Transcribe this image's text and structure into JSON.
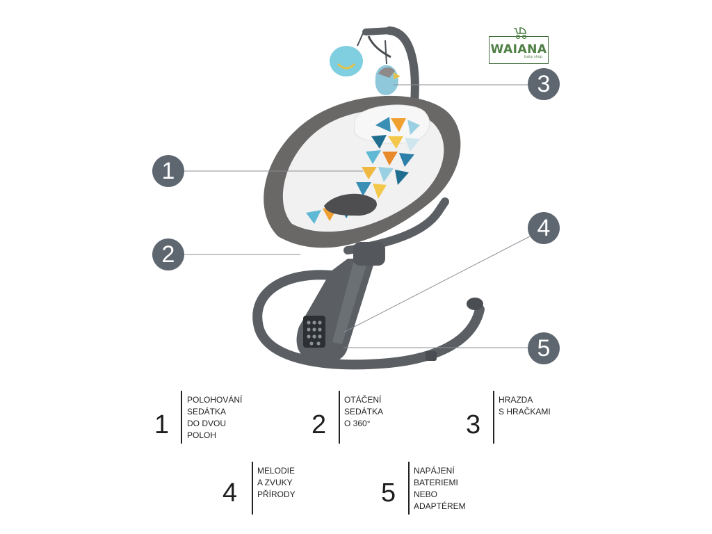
{
  "brand": {
    "logo_text": "WAIANA",
    "logo_subtext": "baby shop"
  },
  "product_image": {
    "icon": "baby-swing-product-illustration"
  },
  "callouts": [
    {
      "number": "1"
    },
    {
      "number": "2"
    },
    {
      "number": "3"
    },
    {
      "number": "4"
    },
    {
      "number": "5"
    }
  ],
  "legend": [
    {
      "number": "1",
      "lines": [
        "POLOHOVÁNÍ",
        "SEDÁTKA",
        "DO DVOU",
        "POLOH"
      ]
    },
    {
      "number": "2",
      "lines": [
        "OTÁČENÍ",
        "SEDÁTKA",
        "O 360°"
      ]
    },
    {
      "number": "3",
      "lines": [
        "HRAZDA",
        "S HRAČKAMI"
      ]
    },
    {
      "number": "4",
      "lines": [
        "MELODIE",
        "A ZVUKY",
        "PŘÍRODY"
      ]
    },
    {
      "number": "5",
      "lines": [
        "NAPÁJENÍ",
        "BATERIEMI",
        "NEBO",
        "ADAPTÉREM"
      ]
    }
  ],
  "colors": {
    "callout_fill": "#5e6670",
    "frame": "#5b5f63",
    "fabric_outer": "#6a6767",
    "fabric_inner": "#f1f1f1",
    "logo_green": "#4f7f45"
  }
}
